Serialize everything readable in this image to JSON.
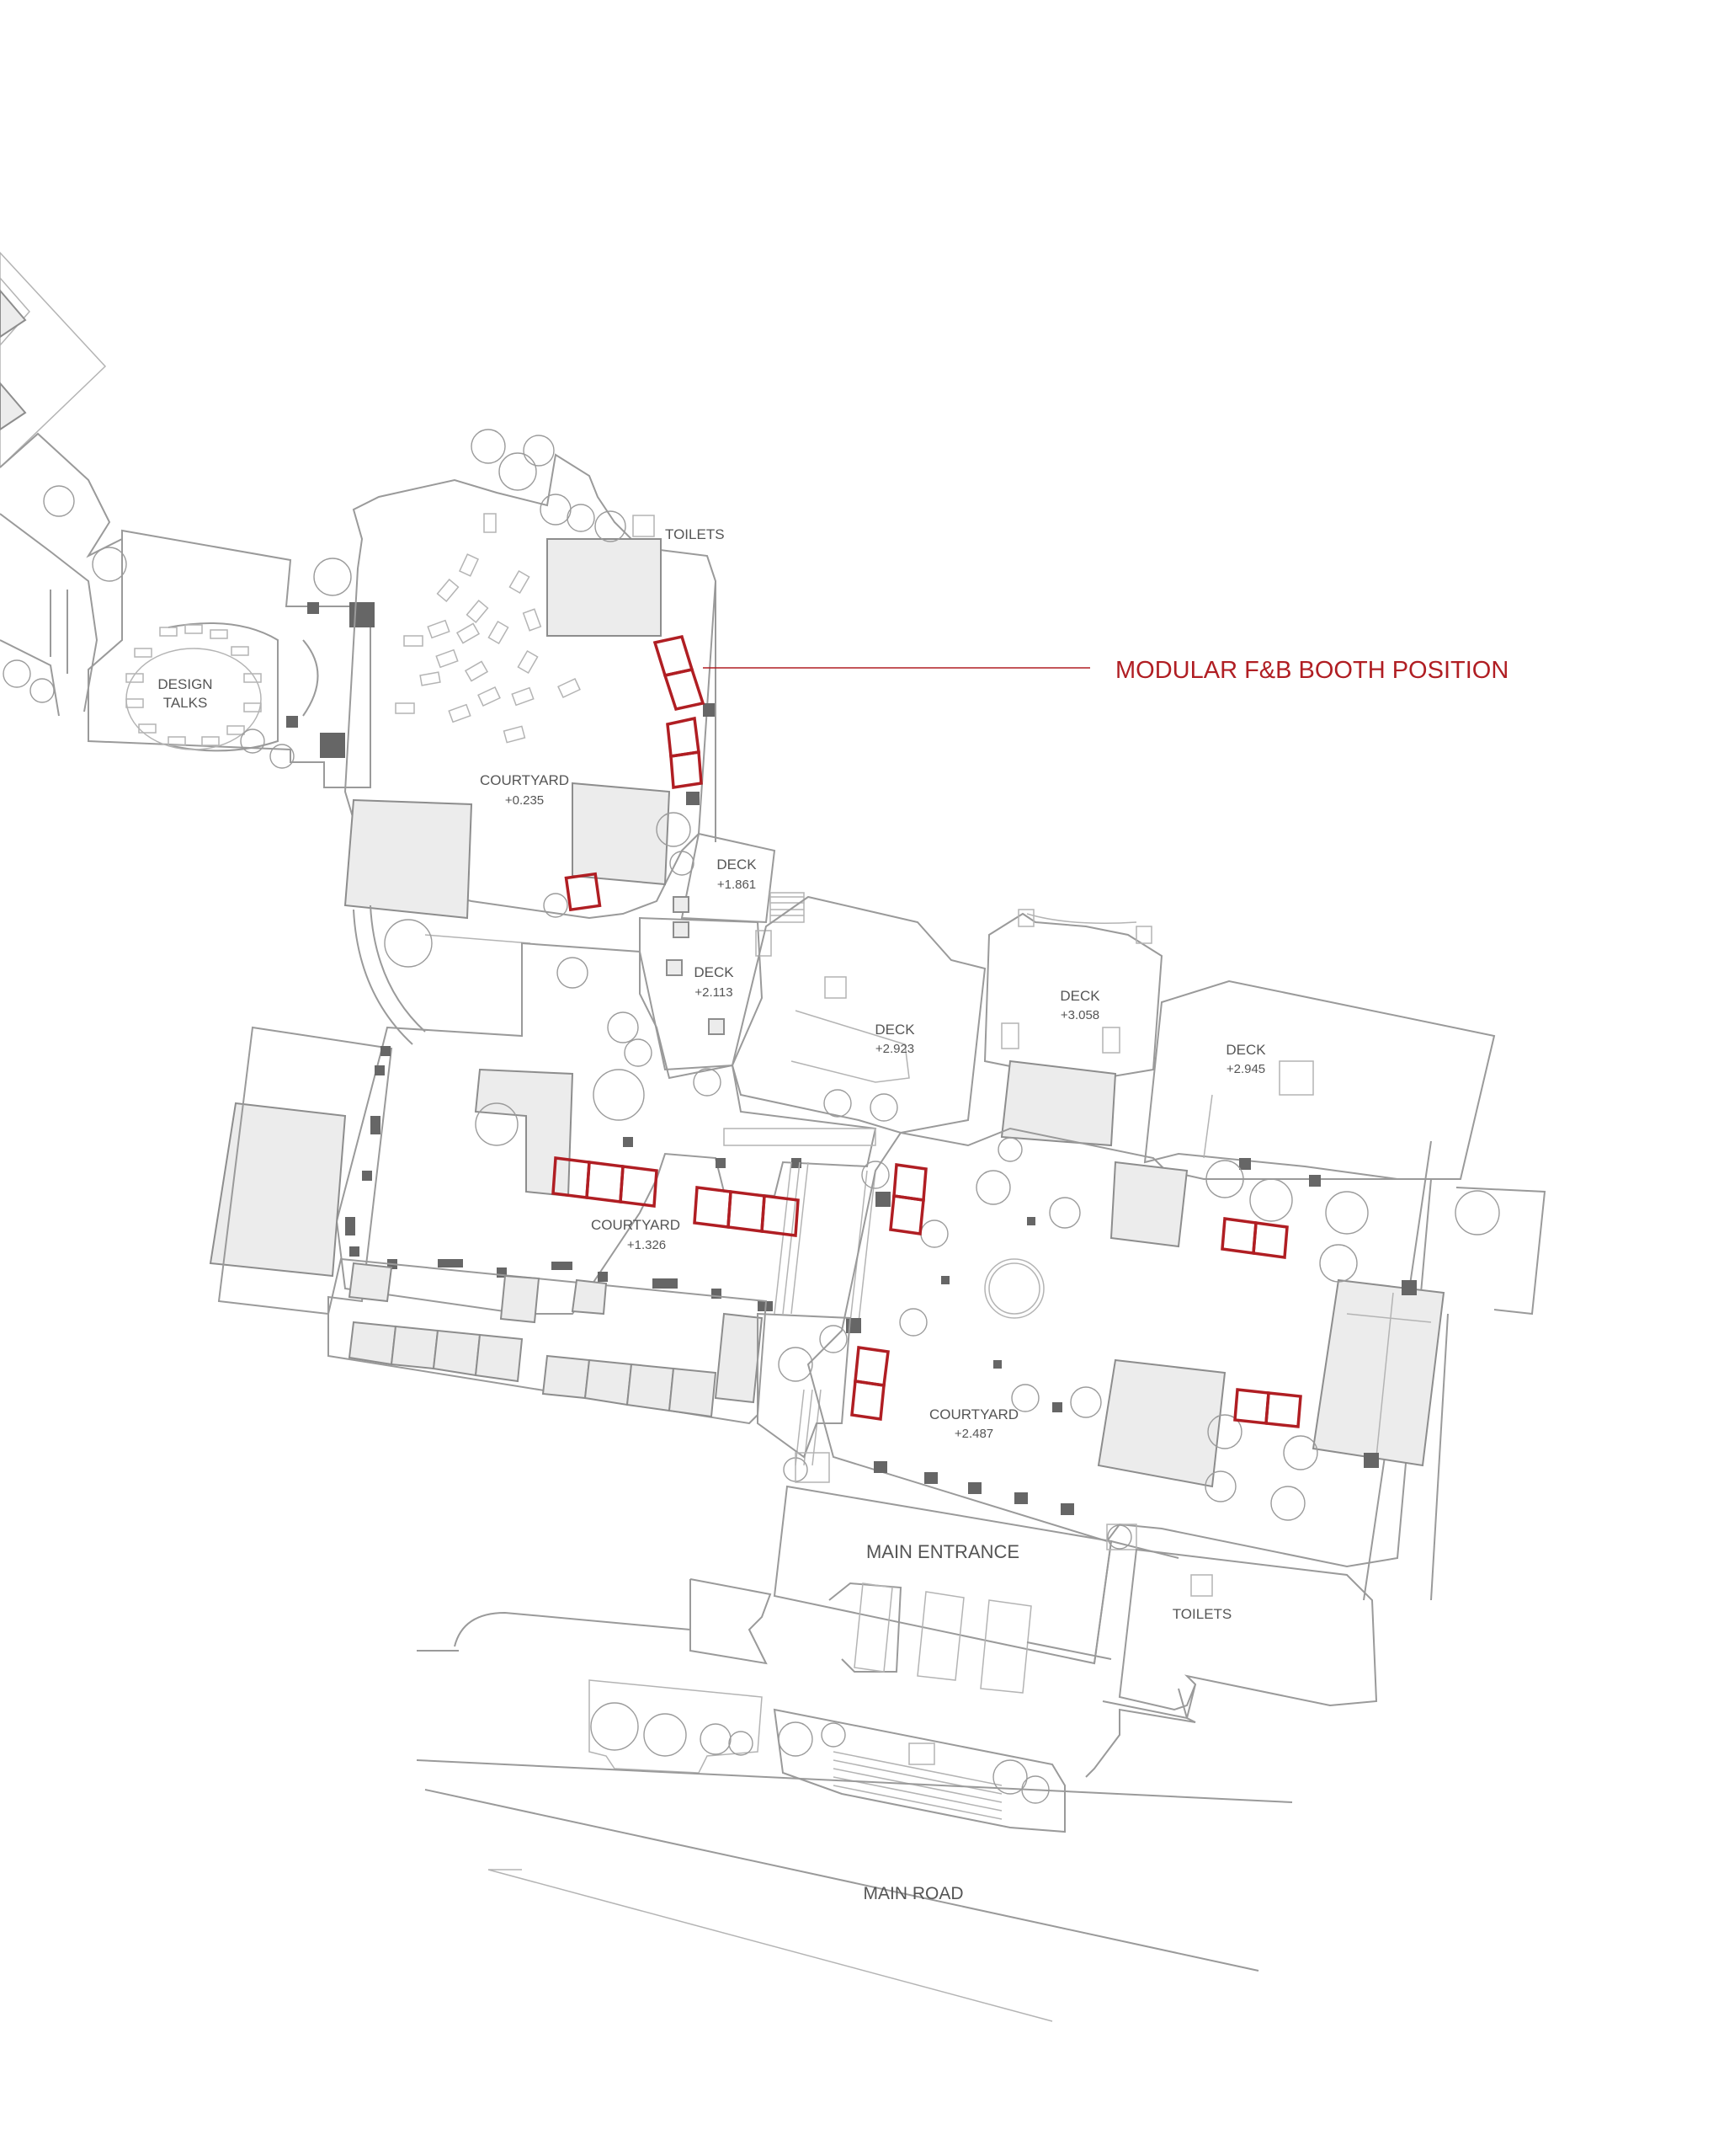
{
  "legend": {
    "label": "MODULAR F&B BOOTH POSITION",
    "color": "#b01e23"
  },
  "labels": {
    "toilets_top": "TOILETS",
    "design_talks_line1": "DESIGN",
    "design_talks_line2": "TALKS",
    "courtyard_1_name": "COURTYARD",
    "courtyard_1_level": "+0.235",
    "deck_1_name": "DECK",
    "deck_1_level": "+1.861",
    "deck_2_name": "DECK",
    "deck_2_level": "+2.113",
    "deck_3_name": "DECK",
    "deck_3_level": "+2.923",
    "deck_4_name": "DECK",
    "deck_4_level": "+3.058",
    "deck_5_name": "DECK",
    "deck_5_level": "+2.945",
    "courtyard_2_name": "COURTYARD",
    "courtyard_2_level": "+1.326",
    "courtyard_3_name": "COURTYARD",
    "courtyard_3_level": "+2.487",
    "main_entrance": "MAIN ENTRANCE",
    "toilets_bottom": "TOILETS",
    "main_road": "MAIN ROAD"
  },
  "colors": {
    "wall_line": "#9a9a9a",
    "roof_fill": "#ececec",
    "column": "#666666",
    "booth_outline": "#b01e23"
  }
}
